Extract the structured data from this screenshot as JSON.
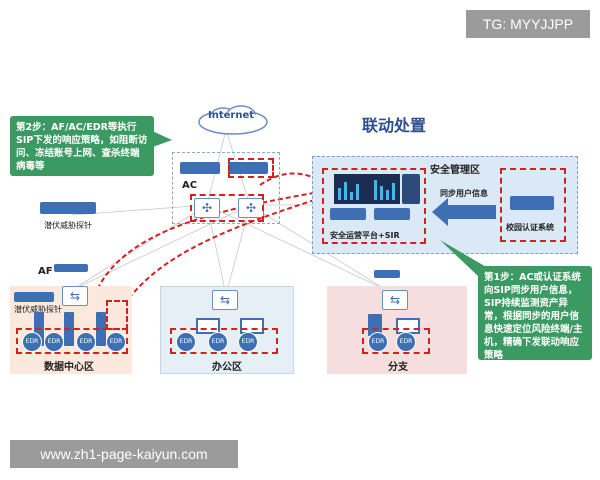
{
  "badge": "TG: MYYJJPP",
  "watermark": "www.zh1-page-kaiyun.com",
  "title": "联动处置",
  "internet": "Internet",
  "ac_label": "AC",
  "af_label": "AF",
  "probe_label_top": "潜伏威胁探针",
  "probe_label_dc": "潜伏威胁探针",
  "mgmt_zone": "安全管理区",
  "sync_label": "同步用户信息",
  "platform_label": "安全运营平台+SIR",
  "campus_auth": "校园认证系统",
  "zones": {
    "dc": "数据中心区",
    "office": "办公区",
    "branch": "分支"
  },
  "edr": "EDR",
  "step2": "第2步：AF/AC/EDR等执行SIP下发的响应策略，如阻断访问、冻结账号上网、查杀终端病毒等",
  "step1": "第1步：AC或认证系统向SIP同步用户信息，SIP持续监测资产异常，根据同步的用户信息快速定位风险终端/主机，精确下发联动响应策略",
  "colors": {
    "red": "#d42020",
    "green": "#3a9a62",
    "blue": "#3e6fb5"
  }
}
